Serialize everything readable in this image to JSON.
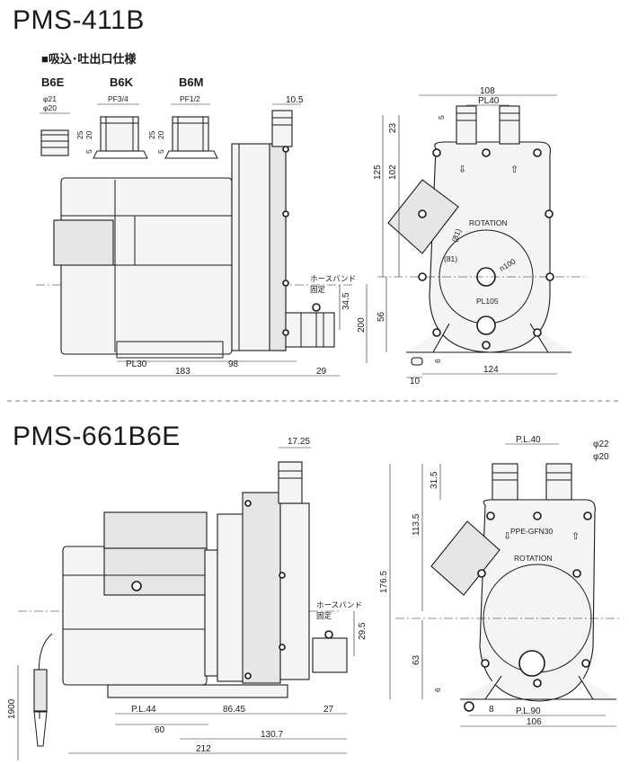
{
  "top": {
    "title": "PMS-411B",
    "spec_heading": "■吸込･吐出口仕様",
    "variants": [
      {
        "name": "B6E",
        "dims": [
          "φ21",
          "φ20"
        ]
      },
      {
        "name": "B6K",
        "dims": [
          "PF3/4",
          "25",
          "20",
          "5"
        ]
      },
      {
        "name": "B6M",
        "dims": [
          "PF1/2",
          "25",
          "20",
          "5"
        ]
      }
    ],
    "side_dims": {
      "outlet": "10.5",
      "pl30": "PL30",
      "d98": "98",
      "d183": "183",
      "d29": "29",
      "d34_5": "34.5",
      "hose_band": "ホースバンド",
      "fixed": "固定"
    },
    "front_dims": {
      "d108": "108",
      "pl40": "PL40",
      "d5": "5",
      "d23": "23",
      "d125": "125",
      "d102": "102",
      "d200": "200",
      "d56": "56",
      "d6": "6",
      "d10": "10",
      "d124": "124",
      "pl105": "PL105",
      "r81a": "(81)",
      "r81b": "(81)",
      "n100": "n100",
      "rotation": "ROTATION"
    }
  },
  "bottom": {
    "title": "PMS-661B6E",
    "side_dims": {
      "d17_25": "17.25",
      "d29_5": "29.5",
      "pl44": "P.L.44",
      "d60": "60",
      "d86_45": "86.45",
      "d27": "27",
      "d130_7": "130.7",
      "d212": "212",
      "d1900": "1900",
      "hose_band": "ホースバンド",
      "fixed": "固定"
    },
    "front_dims": {
      "pl40": "P.L.40",
      "phi22": "φ22",
      "phi20": "φ20",
      "d31_5": "31.5",
      "d113_5": "113.5",
      "d176_5": "176.5",
      "d63": "63",
      "d6": "6",
      "d8": "8",
      "pl90": "P.L.90",
      "d106": "106",
      "model_mark": "PPE-GFN30",
      "rotation": "ROTATION"
    }
  }
}
